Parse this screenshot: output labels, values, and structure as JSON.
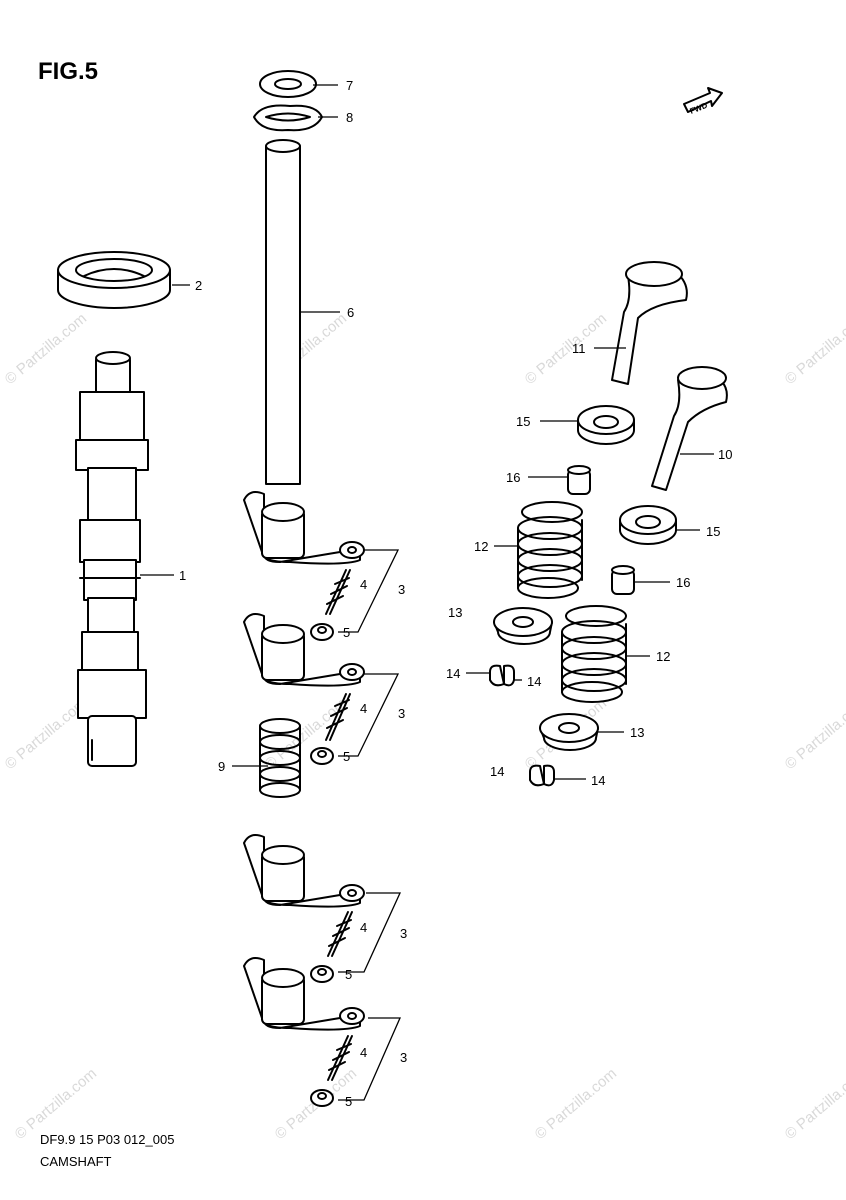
{
  "figure": {
    "title": "FIG.5",
    "code": "DF9.9 15 P03 012_005",
    "name": "CAMSHAFT",
    "fwd_label": "FWD"
  },
  "watermark": "© Partzilla.com",
  "callouts": {
    "c1": "1",
    "c2": "2",
    "c3a": "3",
    "c3b": "3",
    "c3c": "3",
    "c3d": "3",
    "c4a": "4",
    "c4b": "4",
    "c4c": "4",
    "c4d": "4",
    "c5a": "5",
    "c5b": "5",
    "c5c": "5",
    "c5d": "5",
    "c6": "6",
    "c7": "7",
    "c8": "8",
    "c9": "9",
    "c10": "10",
    "c11": "11",
    "c12a": "12",
    "c12b": "12",
    "c13a": "13",
    "c13b": "13",
    "c14a": "14",
    "c14b": "14",
    "c14c": "14",
    "c14d": "14",
    "c15a": "15",
    "c15b": "15",
    "c16a": "16",
    "c16b": "16"
  }
}
